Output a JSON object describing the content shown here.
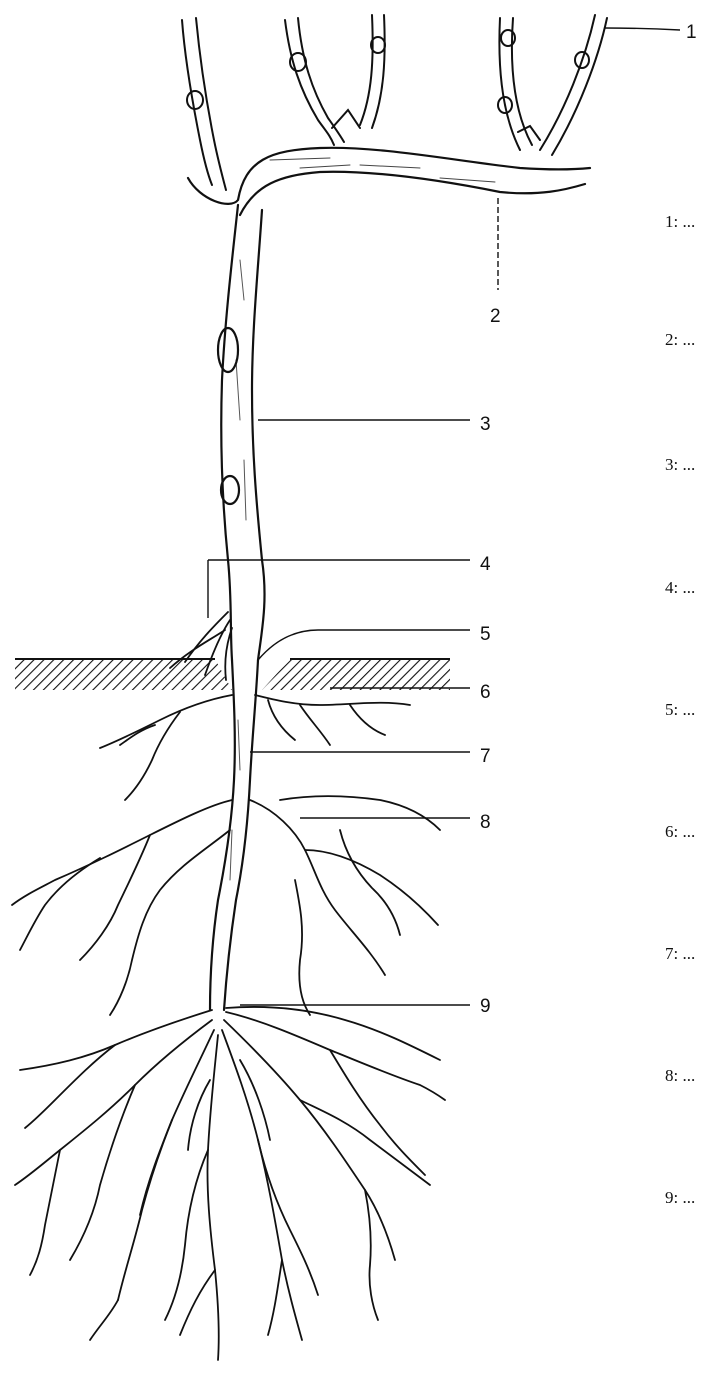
{
  "diagram": {
    "callout_numbers": [
      "1",
      "2",
      "3",
      "4",
      "5",
      "6",
      "7",
      "8",
      "9"
    ],
    "answer_lines": [
      "1: ...",
      "2: ...",
      "3: ...",
      "4: ...",
      "5: ...",
      "6: ...",
      "7: ...",
      "8: ...",
      "9: ..."
    ]
  }
}
